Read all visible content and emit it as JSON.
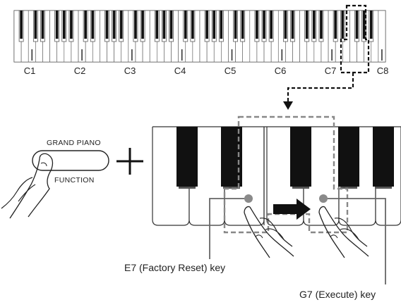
{
  "keyboard": {
    "octave_labels": [
      "C1",
      "C2",
      "C3",
      "C4",
      "C5",
      "C6",
      "C7",
      "C8"
    ]
  },
  "button": {
    "top_label": "GRAND PIANO",
    "bottom_label": "FUNCTION"
  },
  "callouts": {
    "factory_reset_key": "E7 (Factory Reset) key",
    "execute_key": "G7 (Execute) key"
  },
  "colors": {
    "black_key": "#111111",
    "outline": "#333333",
    "dashed_highlight": "#888888",
    "dot": "#8a8a8a"
  }
}
